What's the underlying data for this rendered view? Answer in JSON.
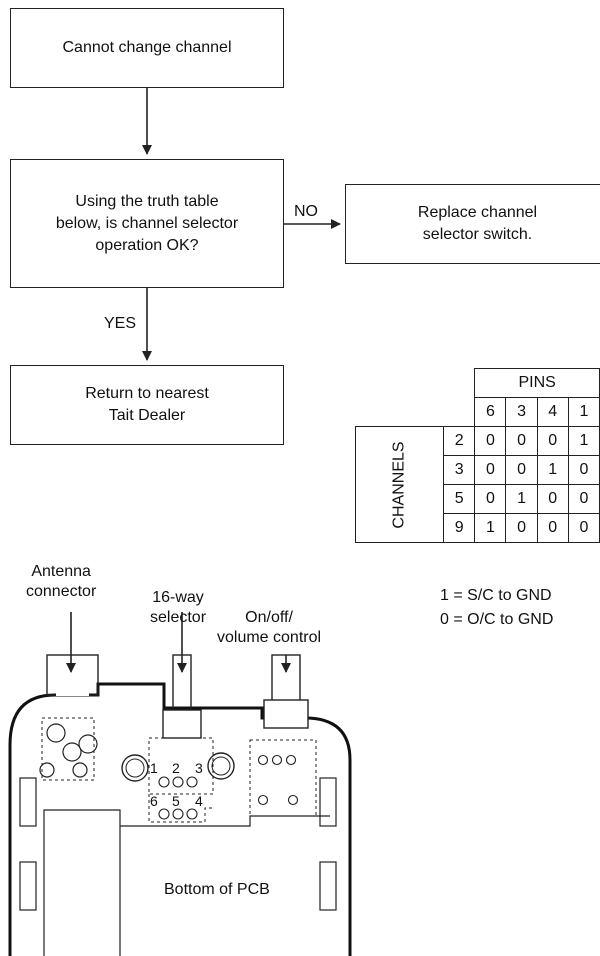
{
  "flowchart": {
    "start": "Cannot change channel",
    "question_line1": "Using the truth table",
    "question_line2": "below, is channel selector",
    "question_line3": "operation OK?",
    "no_label": "NO",
    "yes_label": "YES",
    "replace_line1": "Replace channel",
    "replace_line2": "selector switch.",
    "return_line1": "Return to nearest",
    "return_line2": "Tait Dealer"
  },
  "truth_table": {
    "pins_header": "PINS",
    "channels_header": "CHANNELS",
    "pins": [
      "6",
      "3",
      "4",
      "1"
    ],
    "rows": [
      {
        "channel": "2",
        "values": [
          "0",
          "0",
          "0",
          "1"
        ]
      },
      {
        "channel": "3",
        "values": [
          "0",
          "0",
          "1",
          "0"
        ]
      },
      {
        "channel": "5",
        "values": [
          "0",
          "1",
          "0",
          "0"
        ]
      },
      {
        "channel": "9",
        "values": [
          "1",
          "0",
          "0",
          "0"
        ]
      }
    ],
    "legend_line1": "1 = S/C to GND",
    "legend_line2": "0 = O/C to GND"
  },
  "pcb": {
    "antenna_line1": "Antenna",
    "antenna_line2": "connector",
    "selector_line1": "16-way",
    "selector_line2": "selector",
    "volume_line1": "On/off/",
    "volume_line2": "volume control",
    "bottom_label": "Bottom of PCB",
    "pin_top": [
      "1",
      "2",
      "3"
    ],
    "pin_bottom": [
      "6",
      "5",
      "4"
    ]
  }
}
